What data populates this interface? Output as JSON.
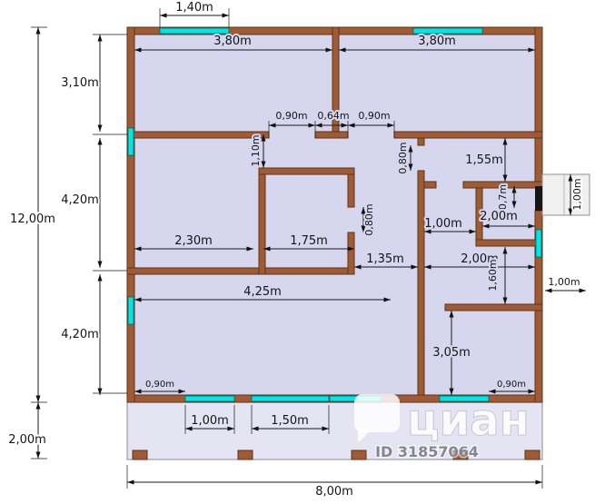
{
  "watermark": {
    "brand": "циан",
    "listing_id": "ID 31857064"
  },
  "colors": {
    "wall": "#9e5b36",
    "wall_stroke": "#5e3314",
    "floor": "#d6d6ef",
    "terrace": "#e4e4f2",
    "window": "#00e6e6",
    "dim": "#1a1a1a"
  },
  "labels": {
    "top_window": "1,40m",
    "room_top_left_width": "3,80m",
    "room_top_right_width": "3,80m",
    "height_top": "3,10m",
    "height_total": "12,00m",
    "height_mid": "4,20m",
    "height_bottom": "4,20m",
    "terrace_height": "2,00m",
    "door_left": "0,90m",
    "wall_segment": "0,64m",
    "door_right": "0,90m",
    "opening_kitchen": "1,10m",
    "room_wc_height": "1,55m",
    "door_hall": "0,80m",
    "porch_width": "1,00m",
    "entry_door": "0,7m",
    "hall_width": "2,00m",
    "corridor_width": "1,00m",
    "closet_door": "0,80m",
    "dim_2_30": "2,30m",
    "dim_1_75": "1,75m",
    "dim_1_35": "1,35m",
    "room_hall2_width": "2,00m",
    "room_hall2_height": "1,60m",
    "right_offset": "1,00m",
    "room_bottom_left_width": "4,25m",
    "room_bottom_right_height": "3,05m",
    "offset_bottom_left": "0,90m",
    "offset_bottom_right": "0,90m",
    "window_bottom_1": "1,00m",
    "window_bottom_2": "1,50m",
    "total_width": "8,00m"
  }
}
